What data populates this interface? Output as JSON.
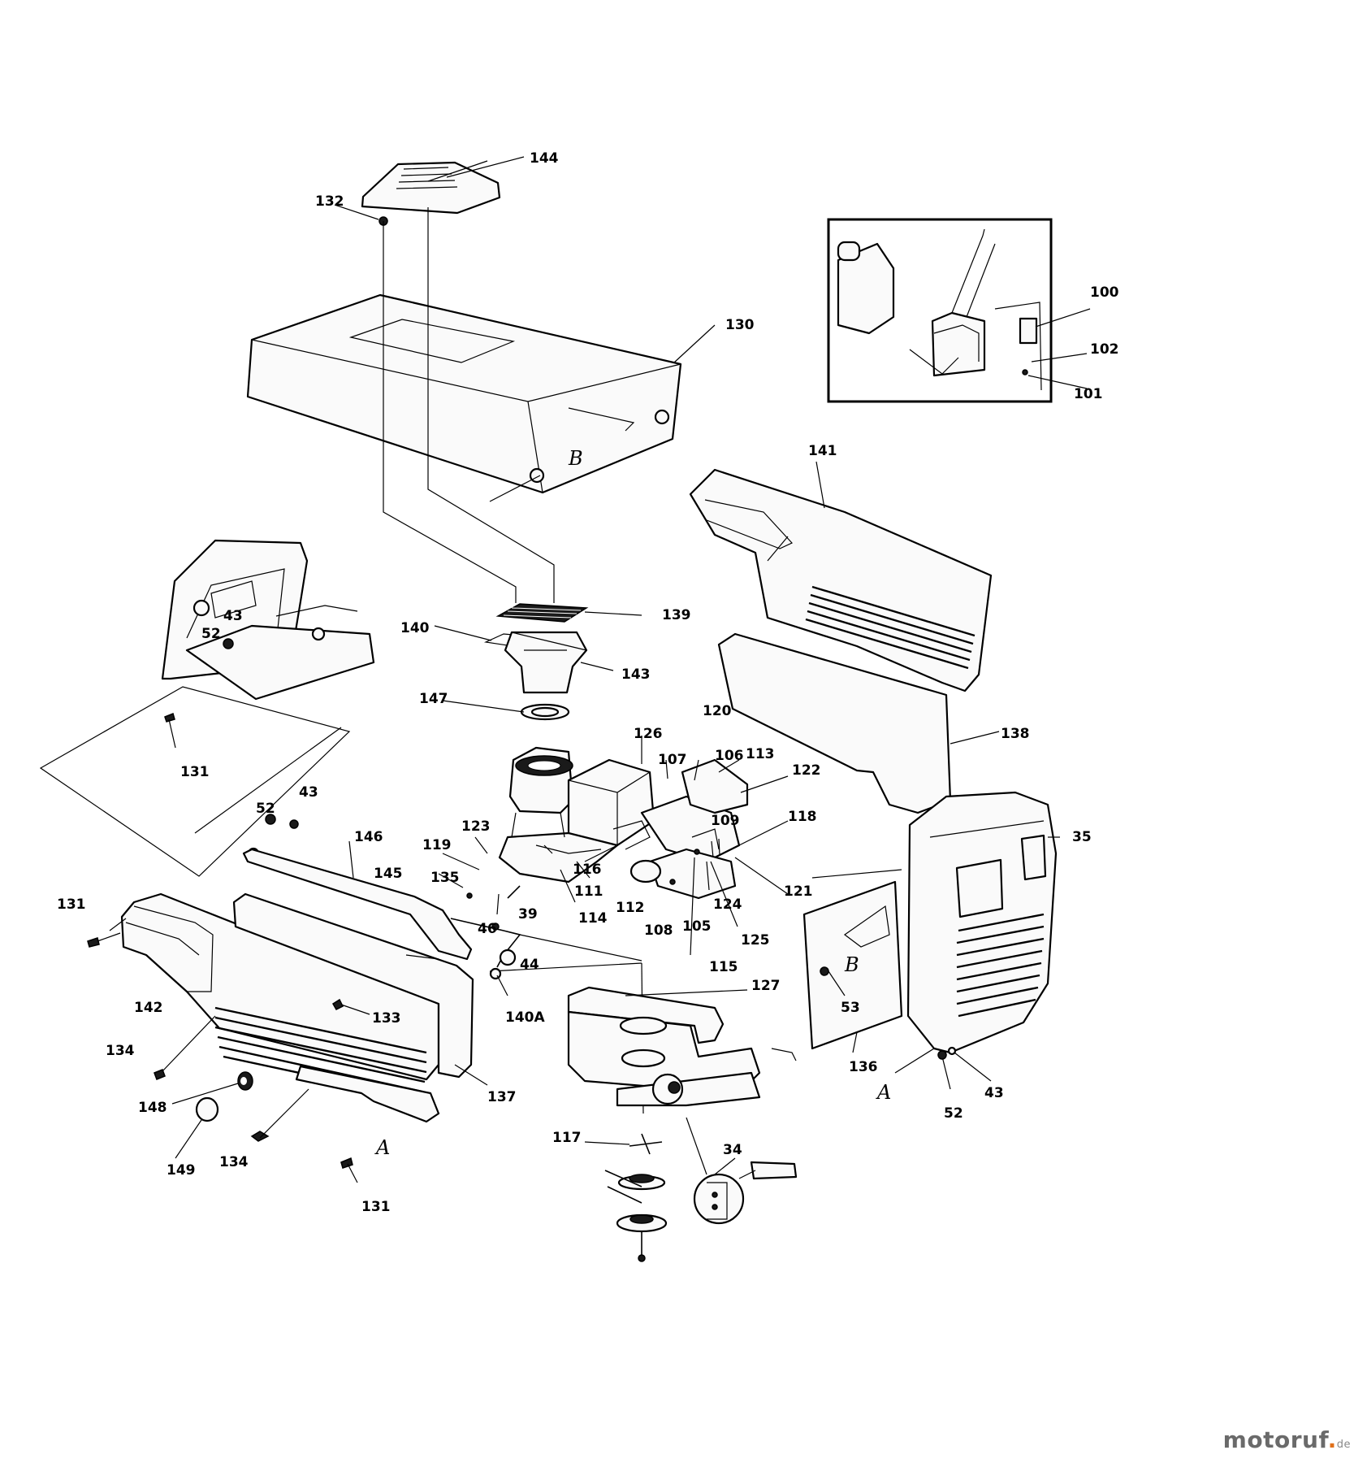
{
  "callouts": {
    "c144": "144",
    "c132": "132",
    "c130": "130",
    "c100": "100",
    "c102": "102",
    "c101": "101",
    "c141": "141",
    "c139": "139",
    "c140": "140",
    "c143": "143",
    "c147": "147",
    "c138": "138",
    "c120": "120",
    "c126": "126",
    "c107": "107",
    "c106": "106",
    "c113": "113",
    "c122": "122",
    "c118": "118",
    "c109": "109",
    "c123": "123",
    "c119": "119",
    "c116": "116",
    "c111": "111",
    "c112": "112",
    "c108": "108",
    "c105": "105",
    "c124": "124",
    "c121": "121",
    "c125": "125",
    "c115": "115",
    "c114": "114",
    "c35": "35",
    "c52a": "52",
    "c43a": "43",
    "c131a": "131",
    "c52b": "52",
    "c43b": "43",
    "c146": "146",
    "c145": "145",
    "c135": "135",
    "c39": "39",
    "c46": "46",
    "c44": "44",
    "c140a": "140A",
    "c131b": "131",
    "c142": "142",
    "c133": "133",
    "c134a": "134",
    "c148": "148",
    "c149": "149",
    "c134b": "134",
    "c131c": "131",
    "c137": "137",
    "c127": "127",
    "c117": "117",
    "c34": "34",
    "c53": "53",
    "c136": "136",
    "c52c": "52",
    "c43c": "43"
  },
  "refs": {
    "b_top": "B",
    "b_right": "B",
    "a_left": "A",
    "a_right": "A"
  },
  "brand": {
    "name": "motoruf",
    "dot": ".",
    "tld": "de"
  }
}
